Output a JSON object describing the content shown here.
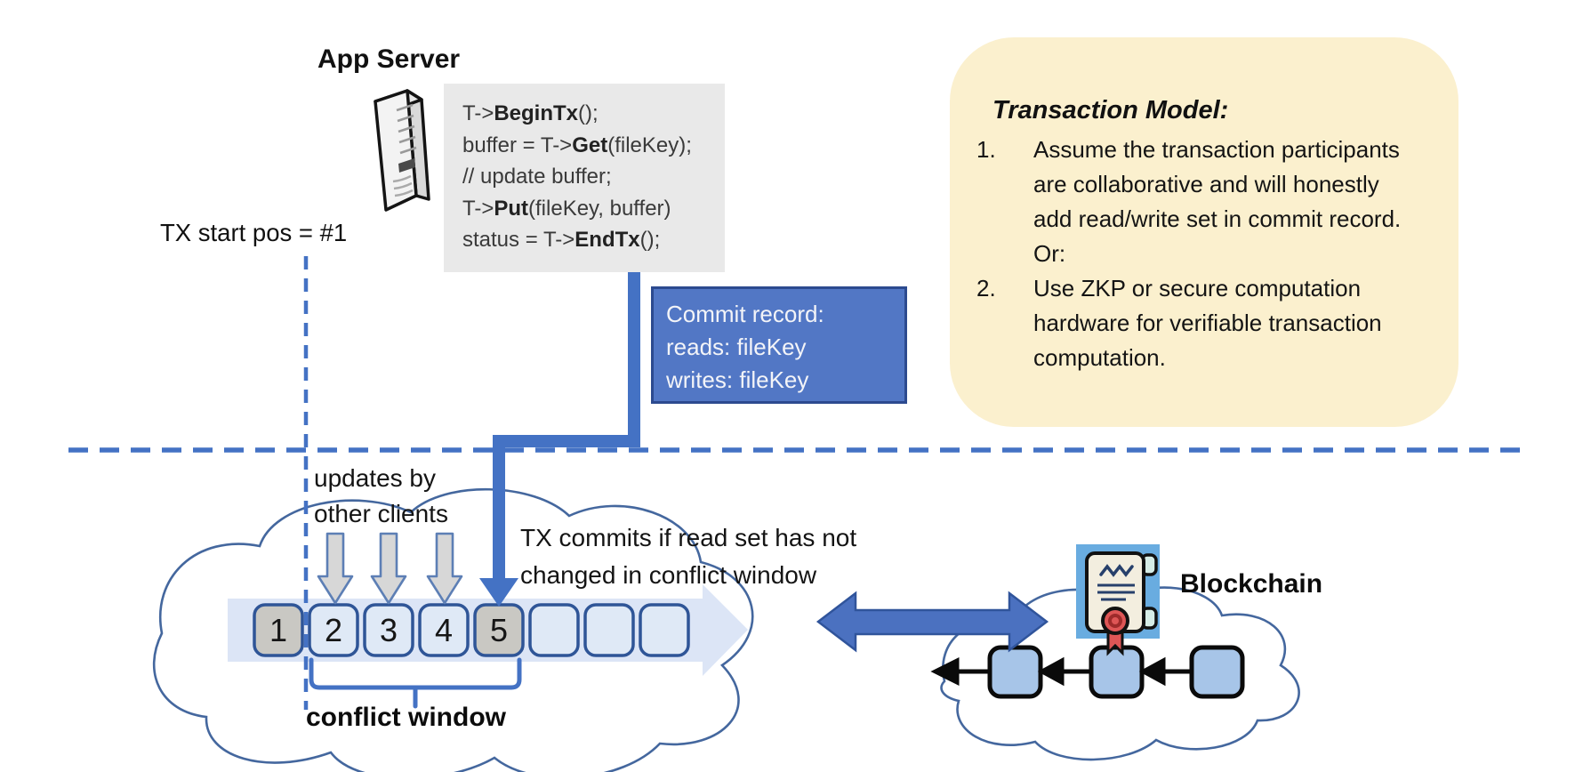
{
  "app_server": {
    "title": "App Server"
  },
  "code": {
    "lines": [
      {
        "segments": [
          {
            "text": "T->"
          },
          {
            "text": "BeginTx",
            "bold": true
          },
          {
            "text": "();"
          }
        ]
      },
      {
        "segments": [
          {
            "text": "buffer = T->"
          },
          {
            "text": "Get",
            "bold": true
          },
          {
            "text": "(fileKey);"
          }
        ]
      },
      {
        "segments": [
          {
            "text": "// update buffer;"
          }
        ]
      },
      {
        "segments": [
          {
            "text": "T->"
          },
          {
            "text": "Put",
            "bold": true
          },
          {
            "text": "(fileKey, buffer)"
          }
        ]
      },
      {
        "segments": [
          {
            "text": "status = T->"
          },
          {
            "text": "EndTx",
            "bold": true
          },
          {
            "text": "();"
          }
        ]
      }
    ]
  },
  "tx_start": {
    "label": "TX start pos = #1"
  },
  "commit_record": {
    "line1": "Commit record:",
    "line2": "reads: fileKey",
    "line3": "writes: fileKey"
  },
  "transaction_model": {
    "title": "Transaction Model:",
    "items": [
      {
        "number": "1.",
        "text": "Assume the transaction participants are collaborative and will honestly add read/write set in commit record.  Or:"
      },
      {
        "number": "2.",
        "text": "Use ZKP or secure computation hardware for verifiable transaction computation."
      }
    ]
  },
  "timeline": {
    "updates_label": "updates by other clients",
    "commit_note": "TX commits if read set has not changed in conflict window",
    "conflict_window_label": "conflict window",
    "blocks": [
      {
        "label": "1",
        "highlighted": true
      },
      {
        "label": "2",
        "highlighted": false
      },
      {
        "label": "3",
        "highlighted": false
      },
      {
        "label": "4",
        "highlighted": false
      },
      {
        "label": "5",
        "highlighted": true
      },
      {
        "label": "",
        "highlighted": false
      },
      {
        "label": "",
        "highlighted": false
      },
      {
        "label": "",
        "highlighted": false
      }
    ]
  },
  "blockchain": {
    "label": "Blockchain"
  },
  "colors": {
    "accent_blue": "#4472C4",
    "panel_yellow": "#FBF0CE",
    "commit_box_blue": "#5277C5",
    "commit_box_border": "#2C4A8F",
    "code_bg_gray": "#E9E9E9",
    "block_light_blue": "#DFE9F6",
    "block_gray": "#C9C8C3",
    "block_border_blue": "#2F5597",
    "chain_block_blue": "#A7C5E8",
    "cloud_stroke_blue": "#44679E",
    "band_blue": "#D9E3F5",
    "seal_red": "#DE5656",
    "icon_bg_blue": "#69ACE0"
  }
}
